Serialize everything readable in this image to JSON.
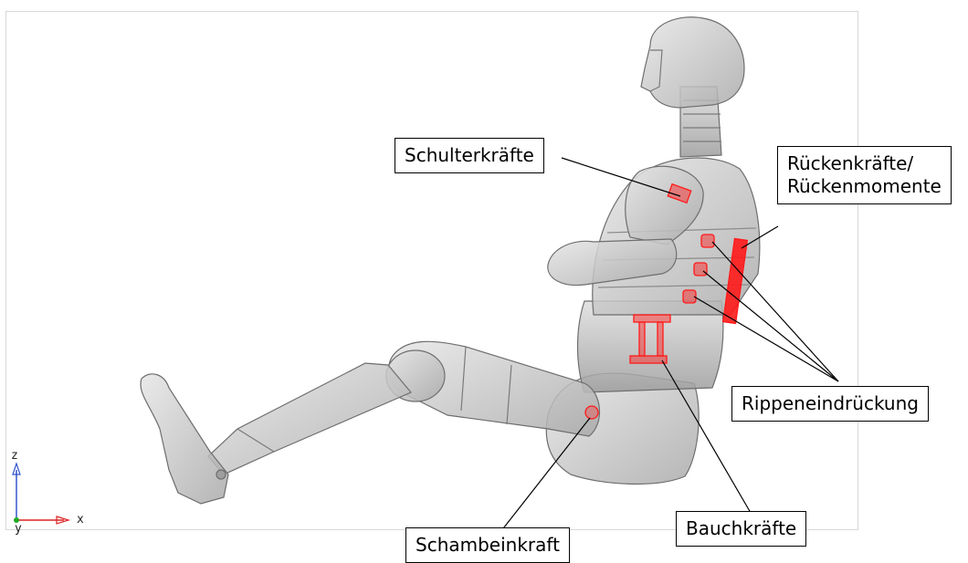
{
  "callouts": {
    "shoulder": "Schulterkräfte",
    "back_line1": "Rückenkräfte/",
    "back_line2": "Rückenmomente",
    "ribs": "Rippeneindrückung",
    "abdomen": "Bauchkräfte",
    "pubic": "Schambeinkraft"
  },
  "axes": {
    "z": "z",
    "x": "x",
    "y": "y"
  },
  "colors": {
    "body_fill": "#cfcfcf",
    "body_stroke": "#6e6e6e",
    "sensor": "#ff1a1a",
    "axis_z": "#3355cc",
    "axis_x": "#dd2222"
  }
}
